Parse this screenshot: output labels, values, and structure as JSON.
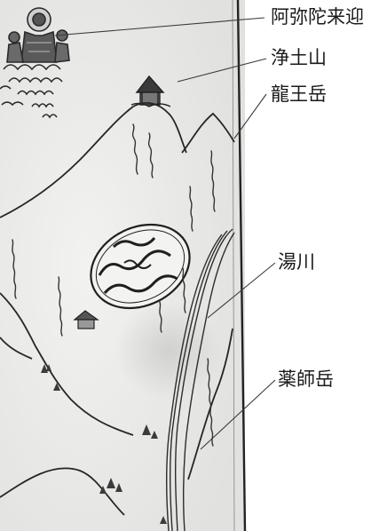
{
  "figure": {
    "labels": {
      "amida": "阿弥陀来迎",
      "jodosan": "浄土山",
      "ryuozan": "龍王岳",
      "yukawa": "湯川",
      "yakushidake": "薬師岳"
    },
    "ink_color": "#2a2a2a",
    "paper_color": "#ebebea"
  }
}
